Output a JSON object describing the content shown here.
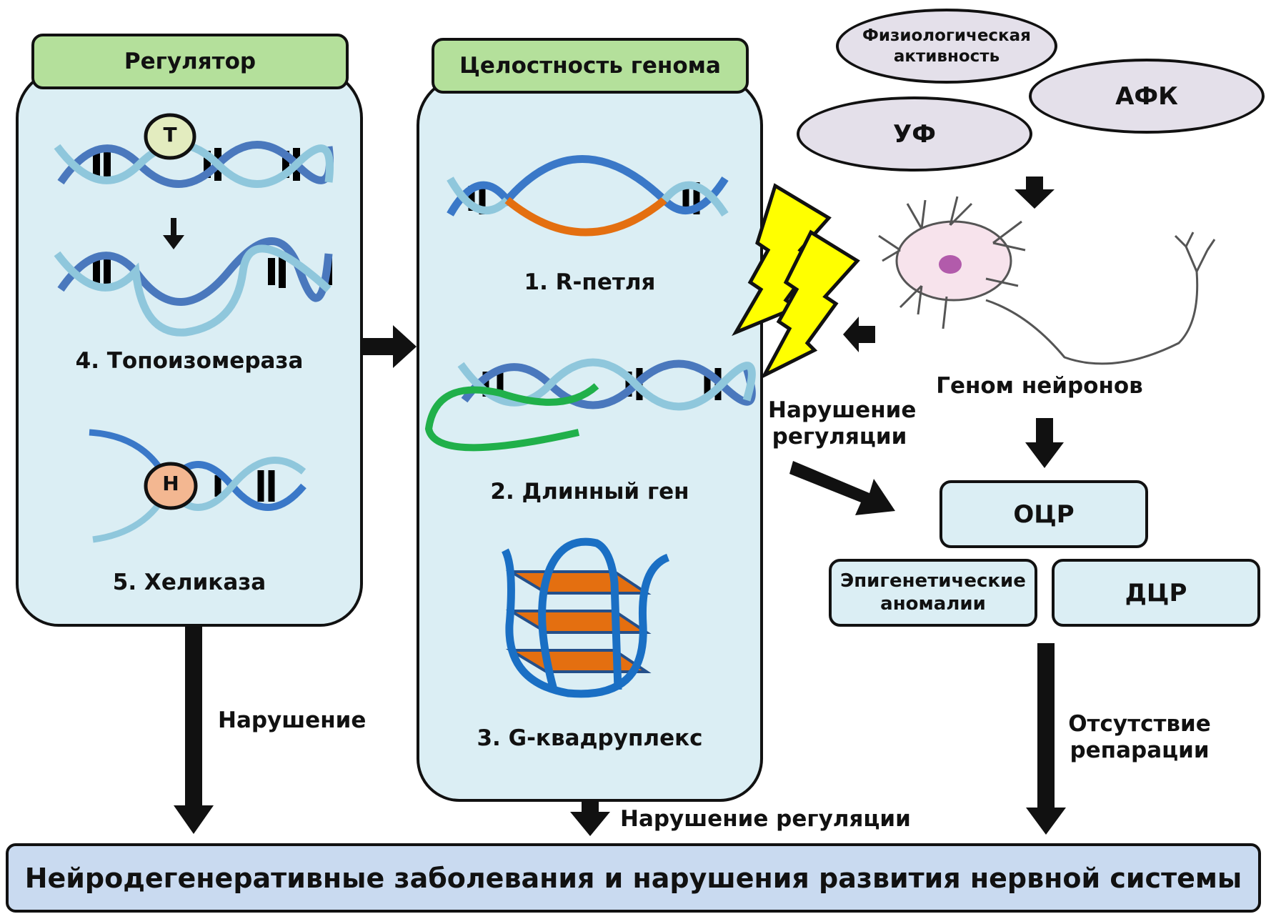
{
  "regulator": {
    "title": "Регулятор",
    "topoisomerase_badge": "T",
    "topoisomerase_label": "4. Топоизомераза",
    "helicase_badge": "H",
    "helicase_label": "5. Хеликаза"
  },
  "genome_integrity": {
    "title": "Целостность генома",
    "items": [
      {
        "label": "1. R-петля"
      },
      {
        "label": "2. Длинный ген"
      },
      {
        "label": "3. G-квадруплекс"
      }
    ]
  },
  "stressors": {
    "physiological": "Физиологическая активность",
    "ros": "АФК",
    "uv": "УФ"
  },
  "neuron": {
    "label": "Геном нейронов"
  },
  "damage": {
    "ssb": "ОЦР",
    "epigenetic": "Эпигенетические аномалии",
    "dsb": "ДЦР"
  },
  "arrows": {
    "dysregulation_right": "Нарушение регуляции",
    "disruption": "Нарушение",
    "dysregulation_bottom": "Нарушение регуляции",
    "no_repair": "Отсутствие репарации"
  },
  "outcome": {
    "label": "Нейродегенеративные заболевания и нарушения развития нервной системы"
  },
  "colors": {
    "panel_bg": "#dbeef4",
    "tab_green": "#b4e09b",
    "oval_bg": "#e4e0ea",
    "outcome_bg": "#c9daf0",
    "dna_dark": "#4a78bd",
    "dna_light": "#8fc7dc",
    "orange": "#e46f10",
    "green": "#20b04a",
    "lightning": "#ffff00"
  }
}
